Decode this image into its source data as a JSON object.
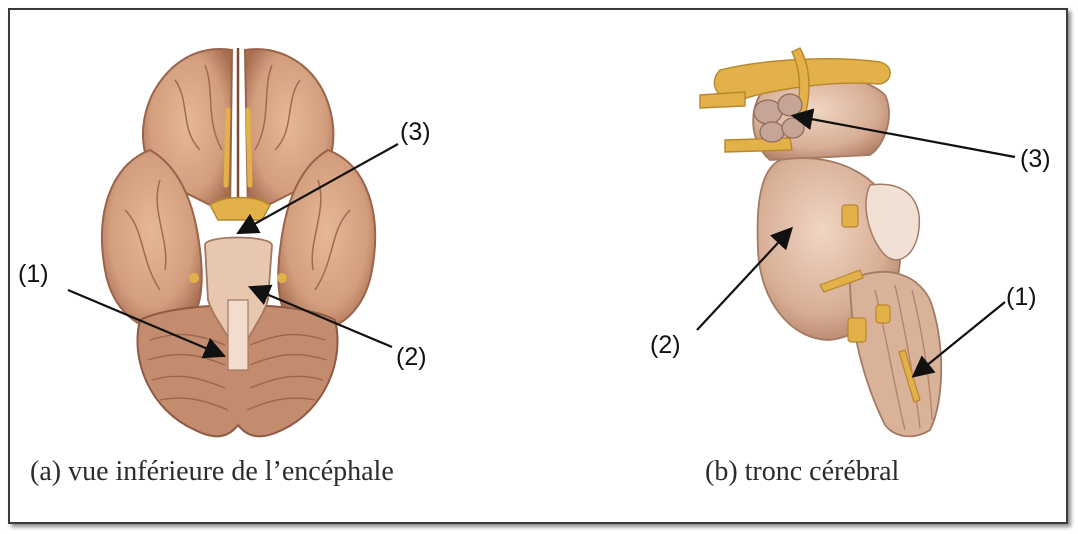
{
  "figure_a": {
    "caption": "(a) vue inférieure de l’encéphale",
    "labels": {
      "l1": "(1)",
      "l2": "(2)",
      "l3": "(3)"
    }
  },
  "figure_b": {
    "caption": "(b) tronc cérébral",
    "labels": {
      "l1": "(1)",
      "l2": "(2)",
      "l3": "(3)"
    }
  },
  "colors": {
    "brain_fill": "#d9a685",
    "brain_shadow": "#a86e52",
    "nerve": "#e3b14a",
    "brainstem_fill": "#dcb7a0",
    "frame": "#3a3a3a"
  }
}
